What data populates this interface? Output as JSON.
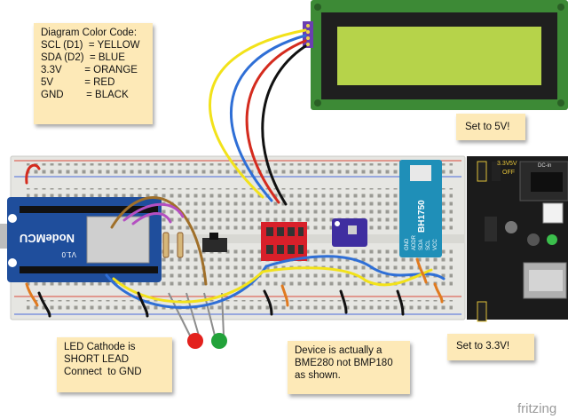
{
  "notes": {
    "color_code": {
      "lines": [
        "Diagram Color Code:",
        "SCL (D1)  = YELLOW",
        "SDA (D2)  = BLUE",
        "3.3V        = ORANGE",
        "5V           = RED",
        "GND        = BLACK"
      ]
    },
    "set_5v": "Set to 5V!",
    "set_33v": "Set to 3.3V!",
    "led_cathode": [
      "LED Cathode is",
      "SHORT LEAD",
      "Connect  to GND"
    ],
    "device": [
      "Device is actually a",
      "BME280 not BMP180",
      "as shown."
    ]
  },
  "labels": {
    "nodemcu": "NodeMCU",
    "nodemcu_version": "V1.0",
    "sensor_model": "BH1750",
    "sensor_pins": [
      "GND",
      "ADDR",
      "SDA",
      "SCL",
      "VCC"
    ],
    "power_silkscreen": [
      "3.3V",
      "5V",
      "OFF",
      "DC-in"
    ],
    "brand": "fritzing"
  },
  "colors": {
    "scl": "#f2e21a",
    "sda": "#2f6fd6",
    "v33": "#e07a1f",
    "v5": "#d42b1e",
    "gnd": "#111111",
    "breadboard": "#e9e9e5",
    "nodemcu_board": "#1f4e9c",
    "lcd_board": "#3f8a38",
    "lcd_screen": "#b7d44a",
    "bh1750_board": "#1f8fb8",
    "level_shifter": "#d8202a",
    "note_bg": "#fde9b7"
  }
}
